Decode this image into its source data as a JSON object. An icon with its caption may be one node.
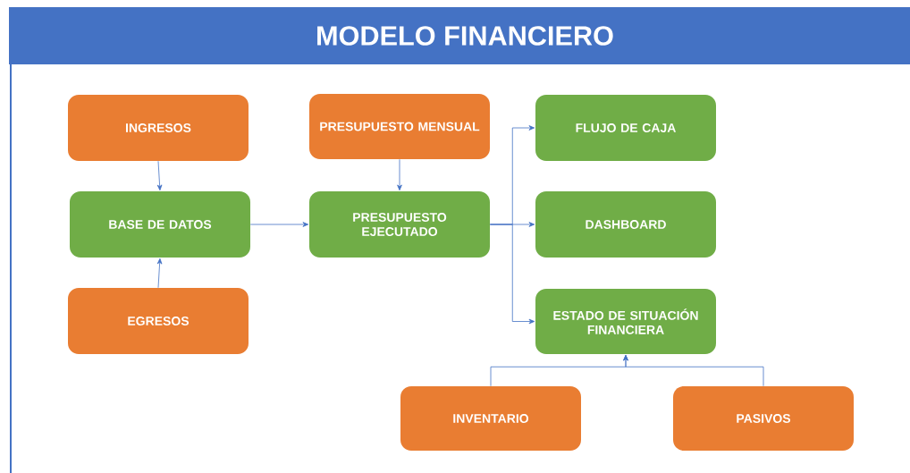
{
  "diagram": {
    "title": "MODELO FINANCIERO",
    "nodes": [
      {
        "text": [
          "INGRESOS"
        ]
      },
      {
        "text": [
          "BASE DE DATOS"
        ]
      },
      {
        "text": [
          "EGRESOS"
        ]
      },
      {
        "text": [
          "PRESUPUESTO MENSUAL"
        ]
      },
      {
        "text": [
          "PRESUPUESTO EJECUTADO"
        ]
      },
      {
        "text": [
          "FLUJO DE CAJA"
        ]
      },
      {
        "text": [
          "DASHBOARD"
        ]
      },
      {
        "text": [
          "ESTADO DE SITUACIÓN FINANCIERA"
        ]
      },
      {
        "text": [
          "INVENTARIO"
        ]
      },
      {
        "text": [
          "PASIVOS"
        ]
      }
    ],
    "edges": [
      {
        "from": 0,
        "to": 1,
        "arrow": "to"
      },
      {
        "from": 2,
        "to": 1,
        "arrow": "to"
      },
      {
        "from": 1,
        "to": 4,
        "arrow": "to"
      },
      {
        "from": 3,
        "to": 4,
        "arrow": "to"
      },
      {
        "from": 4,
        "to": 5,
        "arrow": "to"
      },
      {
        "from": 4,
        "to": 6,
        "arrow": "to"
      },
      {
        "from": 4,
        "to": 7,
        "arrow": "to"
      },
      {
        "from": 8,
        "to": 7,
        "arrow": "to"
      },
      {
        "from": 9,
        "to": 7,
        "arrow": "to"
      }
    ]
  }
}
